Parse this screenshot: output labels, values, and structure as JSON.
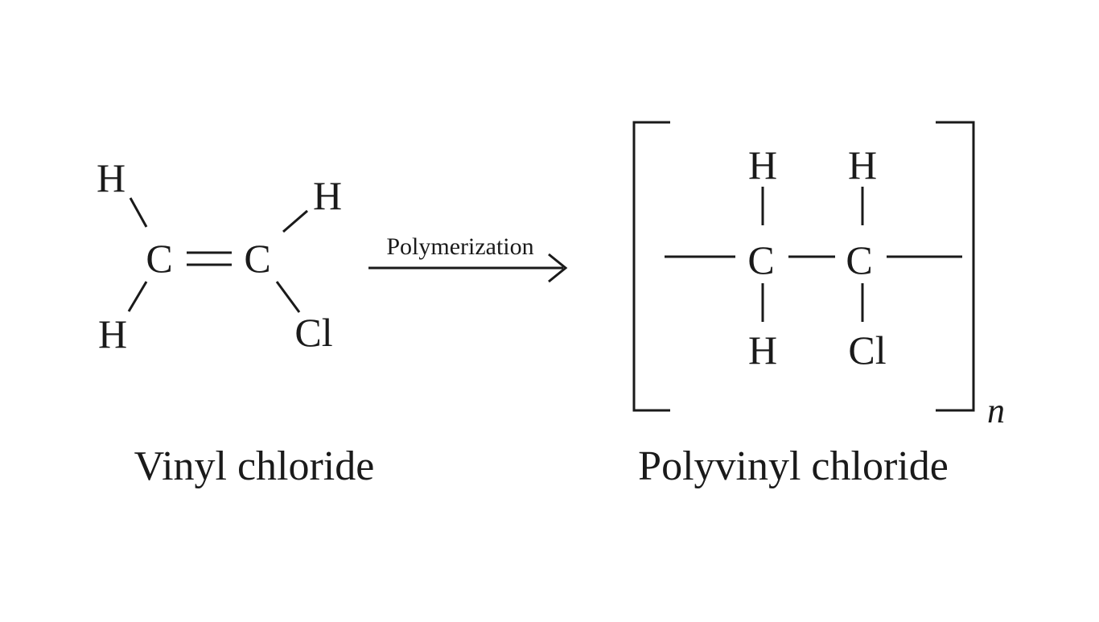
{
  "monomer": {
    "atoms": {
      "h_top_left": "H",
      "h_bottom_left": "H",
      "c_left": "C",
      "c_right": "C",
      "h_top_right": "H",
      "cl_right": "Cl"
    },
    "name": "Vinyl chloride"
  },
  "reaction": {
    "label": "Polymerization"
  },
  "polymer": {
    "atoms": {
      "h_top_1": "H",
      "h_top_2": "H",
      "c_1": "C",
      "c_2": "C",
      "h_bottom_1": "H",
      "cl_bottom_2": "Cl"
    },
    "repeat_subscript": "n",
    "name": "Polyvinyl chloride"
  }
}
